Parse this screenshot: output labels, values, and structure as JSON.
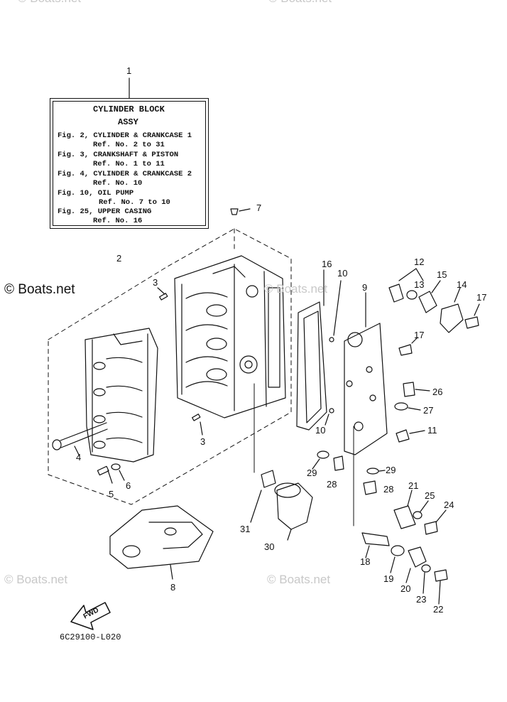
{
  "watermarks": {
    "top_left": "© Boats.net",
    "top_right": "© Boats.net",
    "mid_left": "© Boats.net",
    "mid_right": "© Boats.net",
    "bottom_left": "© Boats.net",
    "bottom_right": "© Boats.net"
  },
  "title_box": {
    "line1": "CYLINDER BLOCK",
    "line2": "ASSY",
    "line3": "Fig. 2, CYLINDER & CRANKCASE 1",
    "line4": "Ref. No. 2 to 31",
    "line5": "Fig. 3, CRANKSHAFT & PISTON",
    "line6": "Ref. No. 1 to 11",
    "line7": "Fig. 4, CYLINDER & CRANKCASE 2",
    "line8": "Ref. No. 10",
    "line9": "Fig. 10, OIL PUMP",
    "line10": "Ref. No. 7 to 10",
    "line11": "Fig. 25, UPPER CASING",
    "line12": "Ref. No. 16"
  },
  "callouts": {
    "c1": "1",
    "c2": "2",
    "c3a": "3",
    "c3b": "3",
    "c4": "4",
    "c5": "5",
    "c6": "6",
    "c7": "7",
    "c8": "8",
    "c9": "9",
    "c10a": "10",
    "c10b": "10",
    "c11": "11",
    "c12": "12",
    "c13": "13",
    "c14": "14",
    "c15": "15",
    "c16": "16",
    "c17a": "17",
    "c17b": "17",
    "c18": "18",
    "c19": "19",
    "c20": "20",
    "c21": "21",
    "c22": "22",
    "c23": "23",
    "c24": "24",
    "c25": "25",
    "c26": "26",
    "c27": "27",
    "c28a": "28",
    "c28b": "28",
    "c29a": "29",
    "c29b": "29",
    "c30": "30",
    "c31": "31"
  },
  "fwd_label": "FWD",
  "diagram_code": "6C29100-L020"
}
